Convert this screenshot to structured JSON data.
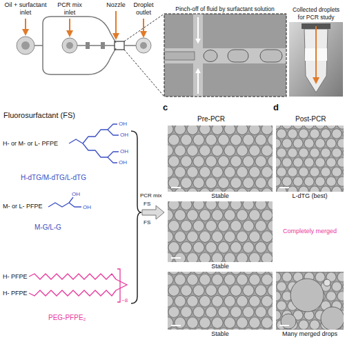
{
  "diagram": {
    "nodes": [
      {
        "text": [
          "Pinch-off of fluid by surfactant solution"
        ]
      },
      {
        "text": [
          "Collected droplets for PCR study"
        ]
      },
      {
        "text": [
          "Stable"
        ]
      },
      {
        "text": [
          "L-dTG (best)"
        ]
      },
      {
        "text": [
          "Stable"
        ]
      },
      {
        "text": [
          "Stable"
        ]
      },
      {
        "text": [
          "Many merged drops"
        ]
      }
    ],
    "labels": [
      "Oil + surfactant inlet",
      "PCR mix inlet",
      "Nozzle",
      "Droplet outlet",
      "Fluorosurfactant (FS)",
      "c",
      "Pre-PCR",
      "d",
      "Post-PCR",
      "H- or M- or L- PFPE",
      "OH",
      "OH",
      "OH",
      "OH",
      "H-dTG/M-dTG/L-dTG",
      "PCR mix",
      "FS",
      "FS",
      "Completely merged",
      "M- or L- PFPE",
      "OH",
      "OH",
      "M-G/L-G",
      "H- PFPE",
      "H- PFPE",
      "~8",
      "PEG-PFPE₂"
    ]
  }
}
